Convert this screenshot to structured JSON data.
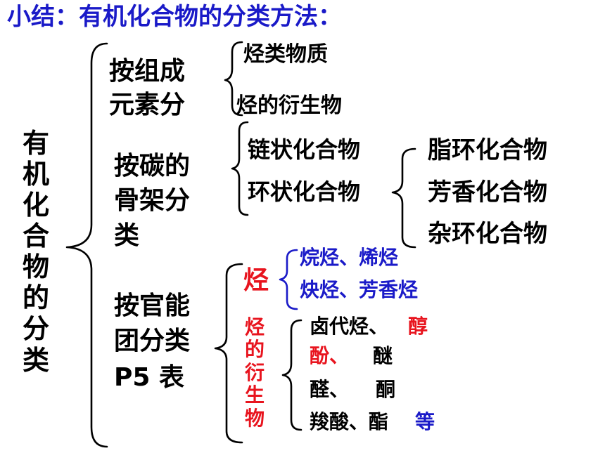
{
  "title": "小结：有机化合物的分类方法：",
  "root": "有机化合物的分类",
  "branch_composition": {
    "label_lines": [
      "按组成",
      "元素分"
    ],
    "items": [
      "烃类物质",
      "烃的衍生物"
    ]
  },
  "branch_skeleton": {
    "label_lines": [
      "按碳的",
      "骨架分",
      "类"
    ],
    "items": [
      "链状化合物",
      "环状化合物"
    ],
    "cyclic_items": [
      "脂环化合物",
      "芳香化合物",
      "杂环化合物"
    ]
  },
  "branch_functional": {
    "label_lines": [
      "按官能",
      "团分类",
      "P5  表"
    ],
    "hydrocarbon": {
      "label": "烃",
      "items": [
        "烷烃、烯烃",
        "炔烃、芳香烃"
      ]
    },
    "derivative": {
      "label": "烃的衍生物",
      "rows": [
        {
          "a": "卤代烃、",
          "b": "醇"
        },
        {
          "a": "酚、",
          "b": "醚"
        },
        {
          "a": "醛、",
          "b": "酮"
        },
        {
          "a": "羧酸、酯",
          "b": "等"
        }
      ]
    }
  },
  "colors": {
    "title": "#1a1ac8",
    "text": "#000000",
    "red": "#e8141e",
    "blue": "#1a1ac8"
  }
}
